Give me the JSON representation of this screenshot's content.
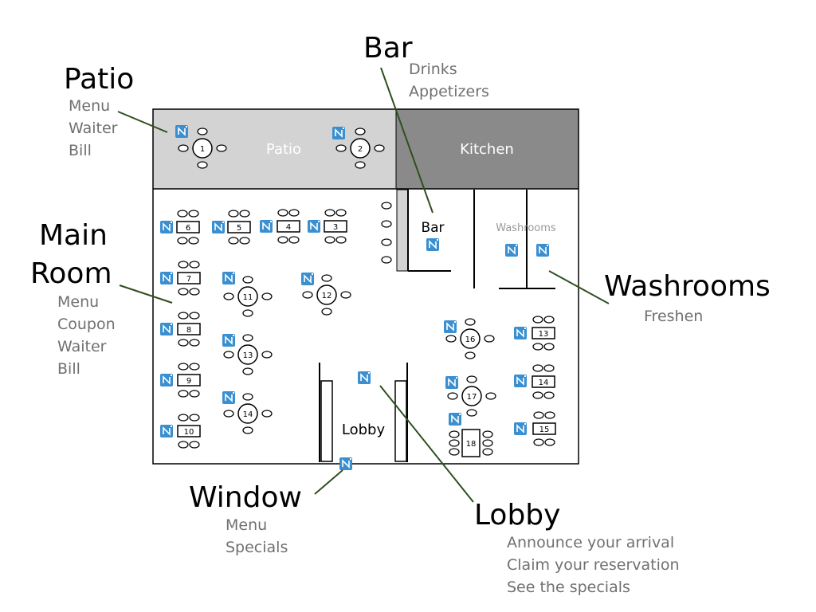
{
  "colors": {
    "callout_line": "#2f4f1f",
    "patio_fill": "#d3d3d3",
    "kitchen_fill": "#8a8a8a",
    "nfc_tag": "#3a8fd0",
    "subtext": "#707070"
  },
  "callouts": {
    "patio": {
      "title": "Patio",
      "items": [
        "Menu",
        "Waiter",
        "Bill"
      ]
    },
    "bar": {
      "title": "Bar",
      "items": [
        "Drinks",
        "Appetizers"
      ]
    },
    "main_room": {
      "title_line1": "Main",
      "title_line2": "Room",
      "items": [
        "Menu",
        "Coupon",
        "Waiter",
        "Bill"
      ]
    },
    "washrooms": {
      "title": "Washrooms",
      "items": [
        "Freshen"
      ]
    },
    "window": {
      "title": "Window",
      "items": [
        "Menu",
        "Specials"
      ]
    },
    "lobby": {
      "title": "Lobby",
      "items": [
        "Announce your arrival",
        "Claim your reservation",
        "See the specials"
      ]
    }
  },
  "rooms": {
    "patio": "Patio",
    "kitchen": "Kitchen",
    "bar": "Bar",
    "washrooms": "Washrooms",
    "lobby": "Lobby"
  },
  "tables": {
    "patio_round": [
      "1",
      "2"
    ],
    "main_square_top": [
      "6",
      "5",
      "4",
      "3"
    ],
    "main_square_left": [
      "7",
      "8",
      "9",
      "10"
    ],
    "main_round": [
      "11",
      "12",
      "13",
      "14"
    ],
    "right_round": [
      "16",
      "17"
    ],
    "right_square": [
      "13",
      "14",
      "15"
    ],
    "booth": [
      "18"
    ]
  },
  "icons": {
    "nfc": "nfc-tag-icon"
  }
}
